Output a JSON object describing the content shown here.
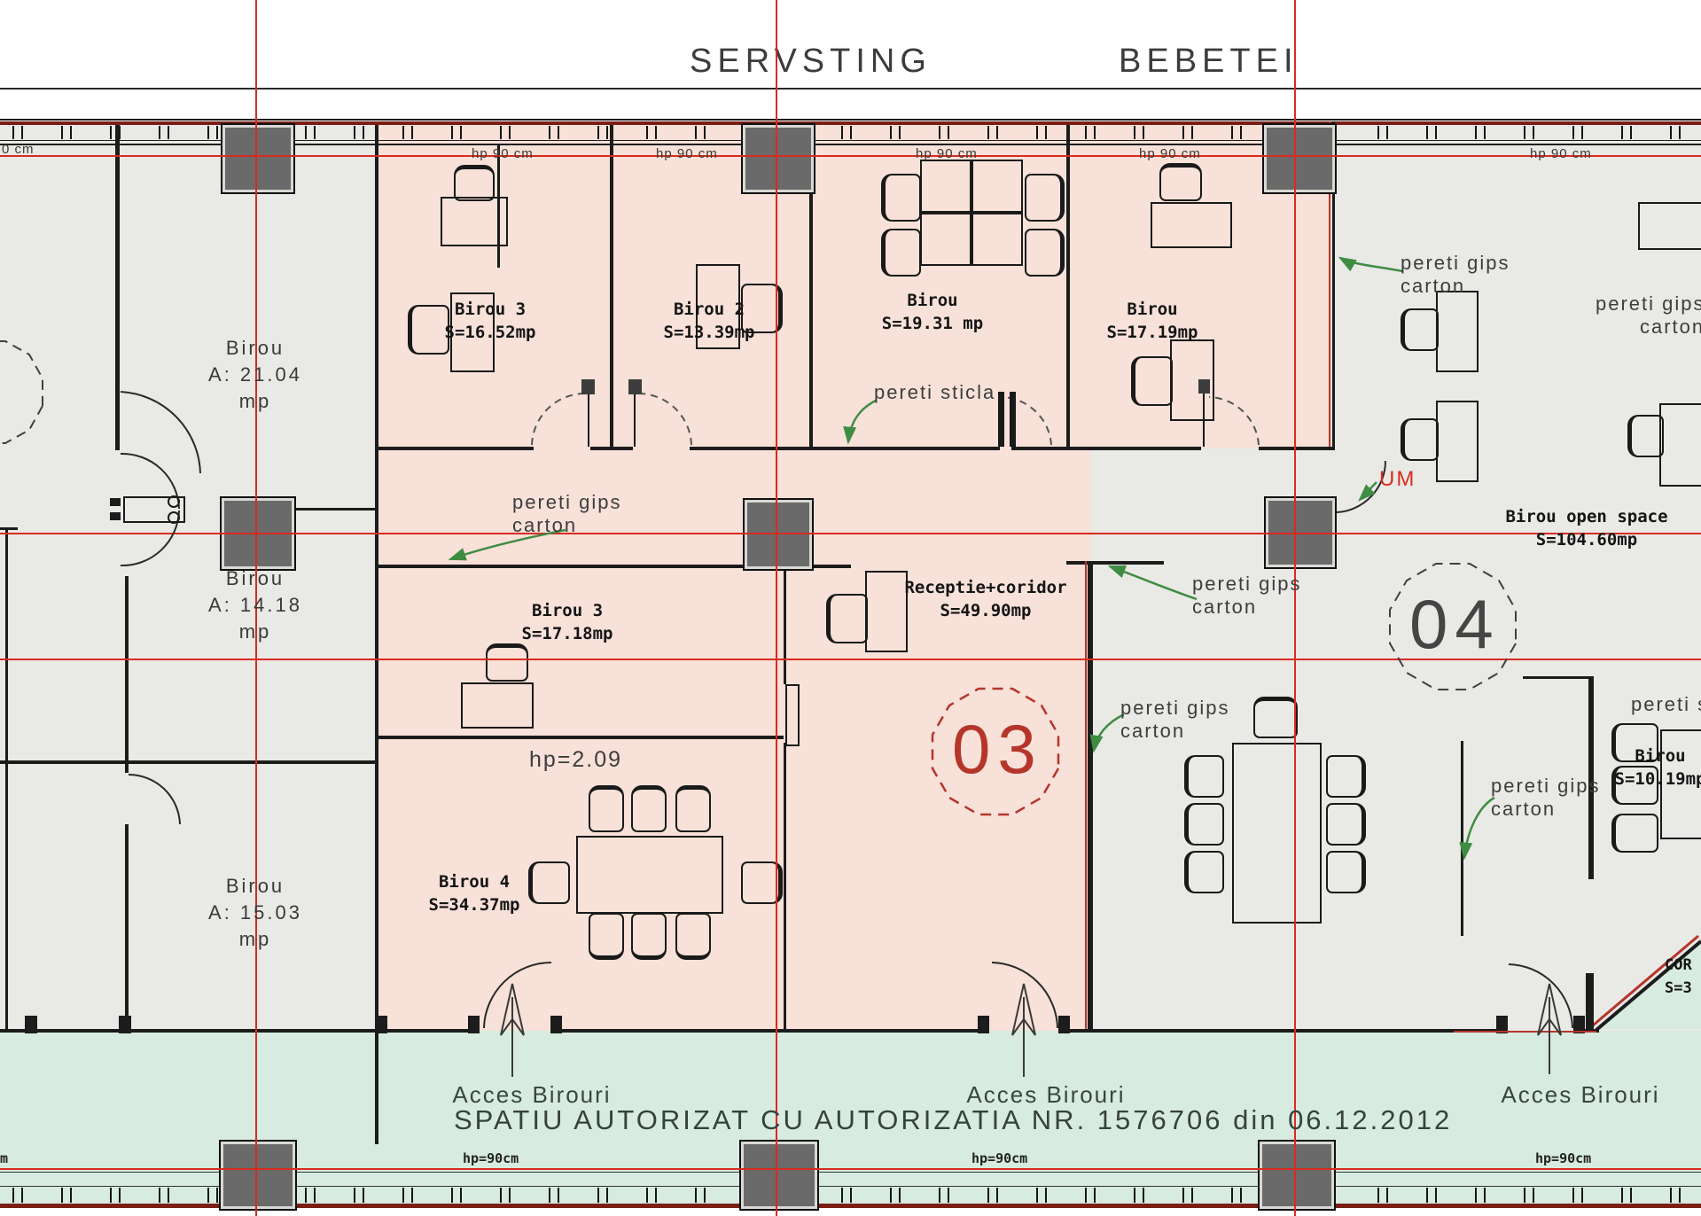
{
  "titles": {
    "left": "SERVSTING",
    "right": "BEBETEI"
  },
  "top_markers": {
    "edge_label": "0 cm",
    "labels": [
      "hp 90 cm",
      "hp 90 cm",
      "hp 90 cm",
      "hp 90 cm",
      "hp 90 cm"
    ]
  },
  "bottom_markers": {
    "edge_label": "m",
    "labels": [
      "hp=90cm",
      "hp=90cm",
      "hp=90cm"
    ]
  },
  "rooms": [
    {
      "name": "Birou",
      "l2": "A:    21.04",
      "l3": "mp"
    },
    {
      "name": "Birou 3",
      "l2": "S=16.52mp"
    },
    {
      "name": "Birou 2",
      "l2": "S=13.39mp"
    },
    {
      "name": "Birou",
      "l2": "S=19.31 mp"
    },
    {
      "name": "Birou",
      "l2": "S=17.19mp"
    },
    {
      "name": "Birou open space",
      "l2": "S=104.60mp"
    },
    {
      "name": "Birou",
      "l2": "A:    14.18",
      "l3": "mp"
    },
    {
      "name": "Birou 3",
      "l2": "S=17.18mp"
    },
    {
      "name": "Receptie+coridor",
      "l2": "S=49.90mp"
    },
    {
      "name": "Birou",
      "l2": "A:    15.03",
      "l3": "mp"
    },
    {
      "name": "Birou 4",
      "l2": "S=34.37mp"
    },
    {
      "name": "Birou",
      "l2": "S=10.19mp"
    },
    {
      "name": "COR",
      "l2": "S=3"
    }
  ],
  "annotations": {
    "pereti_gips": [
      {
        "l1": "pereti gips",
        "l2": "carton"
      },
      {
        "l1": "pereti gips",
        "l2": "carton"
      },
      {
        "l1": "pereti gips",
        "l2": "carton"
      },
      {
        "l1": "pereti gips",
        "l2": "carton"
      },
      {
        "l1": "pereti gips",
        "l2": "carton"
      },
      {
        "l1": "pereti gips",
        "l2": "carton"
      }
    ],
    "pereti_sticla": [
      "pereti sticla",
      "pereti s"
    ],
    "um": "UM",
    "parapet": "hp=2.09",
    "zone03": "03",
    "zone04": "04",
    "acces": [
      "Acces Birouri",
      "Acces Birouri",
      "Acces Birouri"
    ],
    "auth": "SPATIU AUTORIZAT CU AUTORIZATIA NR. 1576706 din 06.12.2012"
  },
  "colors": {
    "pink": "#f7e1d8",
    "gray": "#e9e9e6",
    "teal": "#d7ebe1",
    "wall_dark_red": "#7a1e16",
    "grid_red": "#d92b20",
    "green_arrow": "#3f8c43",
    "zone03_red": "#b6352b"
  }
}
